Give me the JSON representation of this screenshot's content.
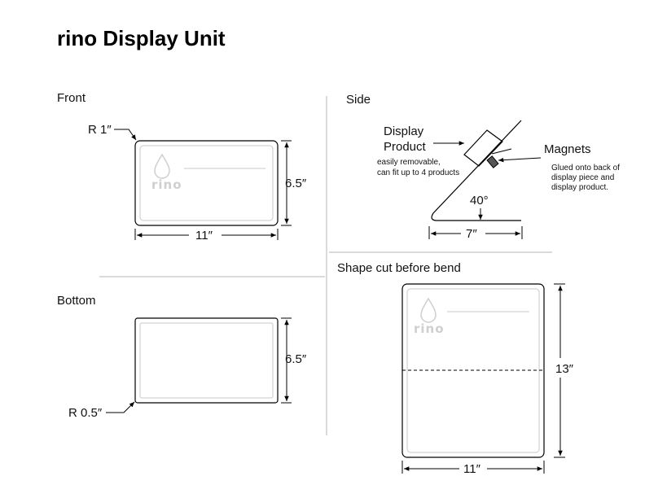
{
  "title": "rino Display Unit",
  "sections": {
    "front": "Front",
    "side": "Side",
    "bottom": "Bottom",
    "shape": "Shape cut before bend"
  },
  "front": {
    "radius": "R 1″",
    "height": "6.5″",
    "width": "11″",
    "logo": "rino"
  },
  "side": {
    "display_line1": "Display",
    "display_line2": "Product",
    "note1": "easily removable,",
    "note2": "can fit up to 4 products",
    "magnets": "Magnets",
    "magnets_note1": "Glued onto back of",
    "magnets_note2": "display piece and",
    "magnets_note3": "display product.",
    "angle": "40°",
    "width": "7″"
  },
  "bottom": {
    "radius": "R 0.5″",
    "height": "6.5″"
  },
  "shape": {
    "height": "13″",
    "width": "11″",
    "logo": "rino"
  }
}
